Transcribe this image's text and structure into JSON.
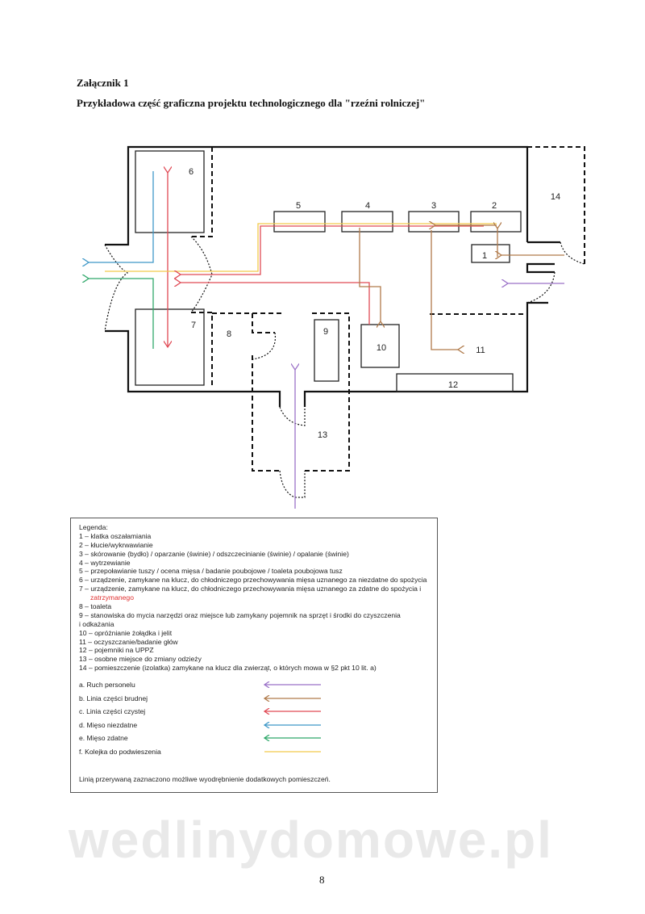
{
  "header": {
    "annex": "Załącznik 1",
    "title": "Przykładowa część graficzna projektu technologicznego dla \"rzeźni rolniczej\""
  },
  "plan_labels": {
    "r1": "1",
    "r2": "2",
    "r3": "3",
    "r4": "4",
    "r5": "5",
    "r6": "6",
    "r7": "7",
    "r8": "8",
    "r9": "9",
    "r10": "10",
    "r11": "11",
    "r12": "12",
    "r13": "13",
    "r14": "14"
  },
  "legend": {
    "heading": "Legenda:",
    "items": [
      "1 – klatka oszałamiania",
      "2 – kłucie/wykrwawianie",
      "3 – skórowanie (bydło) / oparzanie (świnie) / odszczecinianie (świnie) / opalanie (świnie)",
      "4 – wytrzewianie",
      "5 – przepoławianie tuszy / ocena mięsa / badanie poubojowe / toaleta poubojowa tusz",
      "6 – urządzenie, zamykane na klucz, do chłodniczego przechowywania mięsa uznanego za niezdatne do spożycia",
      "7 – urządzenie, zamykane na klucz, do chłodniczego przechowywania mięsa uznanego za zdatne do spożycia i",
      "zatrzymanego",
      "8 – toaleta",
      "9 – stanowiska do mycia narzędzi oraz miejsce lub zamykany pojemnik na sprzęt i środki do czyszczenia",
      "i odkażania",
      "10 – opróżnianie żołądka i jelit",
      "11 – oczyszczanie/badanie głów",
      "12 – pojemniki na UPPZ",
      "13 – osobne miejsce do zmiany odzieży",
      "14 – pomieszczenie (izolatka) zamykane na klucz dla zwierząt, o których mowa w §2 pkt 10 lit. a)"
    ],
    "lines": [
      {
        "label": "a. Ruch personelu",
        "color": "#9b72c8"
      },
      {
        "label": "b. Linia części brudnej",
        "color": "#b07a4a"
      },
      {
        "label": "c. Linia części czystej",
        "color": "#e04a55"
      },
      {
        "label": "d. Mięso niezdatne",
        "color": "#3f98c8"
      },
      {
        "label": "e. Mięso zdatne",
        "color": "#2fa86a"
      },
      {
        "label": "f.  Kolejka do podwieszenia",
        "color": "#f2c94c"
      }
    ],
    "note": "Linią przerywaną zaznaczono możliwe wyodrębnienie dodatkowych pomieszczeń."
  },
  "page_number": "8",
  "watermark": "wedlinydomowe.pl"
}
